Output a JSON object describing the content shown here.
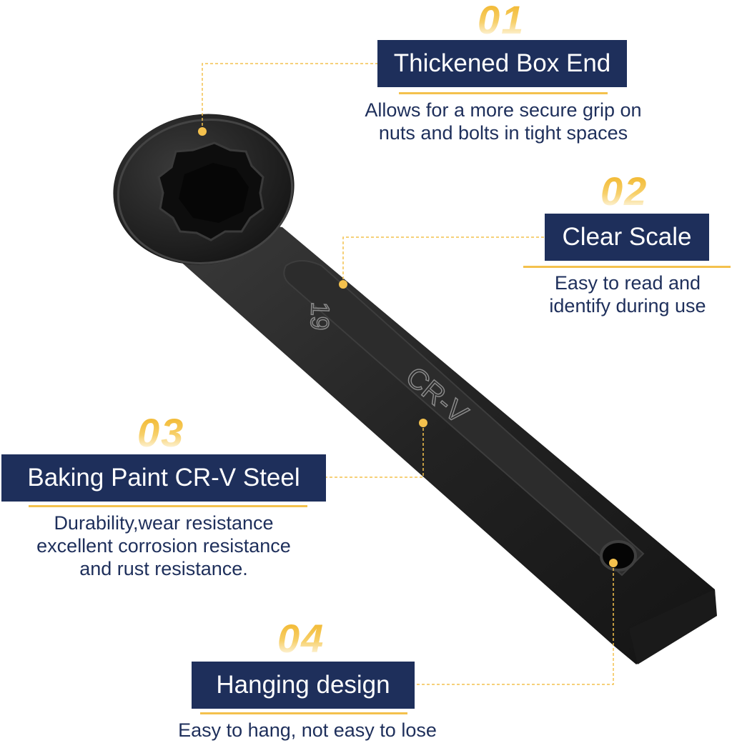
{
  "product": {
    "size_mark": "19",
    "material_mark": "CR-V"
  },
  "colors": {
    "badge_bg": "#1e2f5b",
    "accent": "#f4c14d",
    "text": "#1e2f5b",
    "wrench": "#262626"
  },
  "features": [
    {
      "number": "01",
      "title": "Thickened Box End",
      "description_lines": [
        "Allows for a more secure grip on",
        "nuts and bolts in tight spaces"
      ]
    },
    {
      "number": "02",
      "title": "Clear Scale",
      "description_lines": [
        "Easy to read and",
        "identify during use"
      ]
    },
    {
      "number": "03",
      "title": "Baking Paint CR-V Steel",
      "description_lines": [
        "Durability,wear resistance",
        "excellent corrosion resistance",
        "and rust resistance."
      ]
    },
    {
      "number": "04",
      "title": "Hanging design",
      "description_lines": [
        "Easy to hang, not easy to lose"
      ]
    }
  ]
}
